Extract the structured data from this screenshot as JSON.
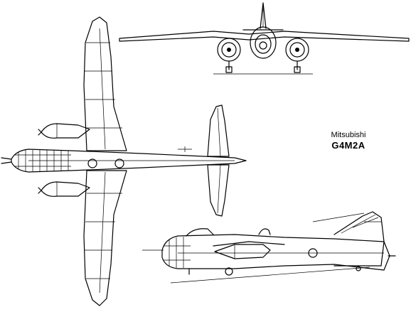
{
  "caption": {
    "manufacturer": "Mitsubishi",
    "model": "G4M2A"
  },
  "views": [
    {
      "id": "front",
      "icon": "aircraft-front-view"
    },
    {
      "id": "plan",
      "icon": "aircraft-plan-view"
    },
    {
      "id": "side",
      "icon": "aircraft-side-view"
    }
  ],
  "colors": {
    "ink": "#000000",
    "paper": "#ffffff"
  }
}
